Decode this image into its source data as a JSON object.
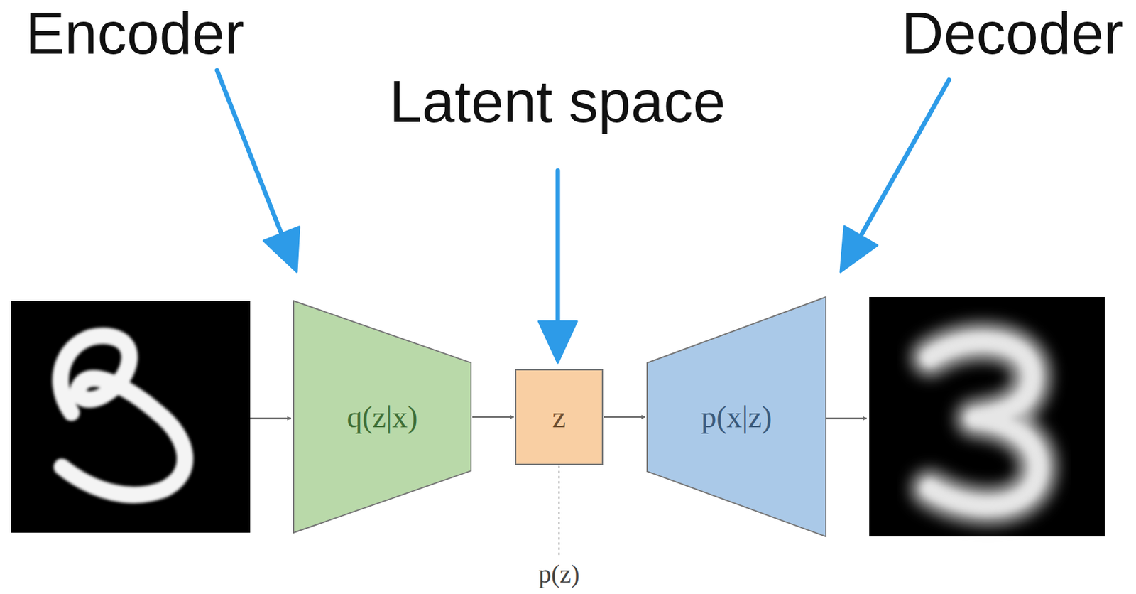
{
  "diagram": {
    "nodes": [
      {
        "text": [
          "q(z|x)"
        ]
      },
      {
        "text": [
          "z"
        ]
      },
      {
        "text": [
          "p(x|z)"
        ]
      }
    ],
    "edges": [
      {
        "from": 0,
        "to": 1,
        "arrow": "to"
      },
      {
        "from": 1,
        "to": 2,
        "arrow": "to"
      }
    ],
    "labels": [
      "Encoder",
      "Latent space",
      "Decoder",
      "p(z)"
    ]
  }
}
